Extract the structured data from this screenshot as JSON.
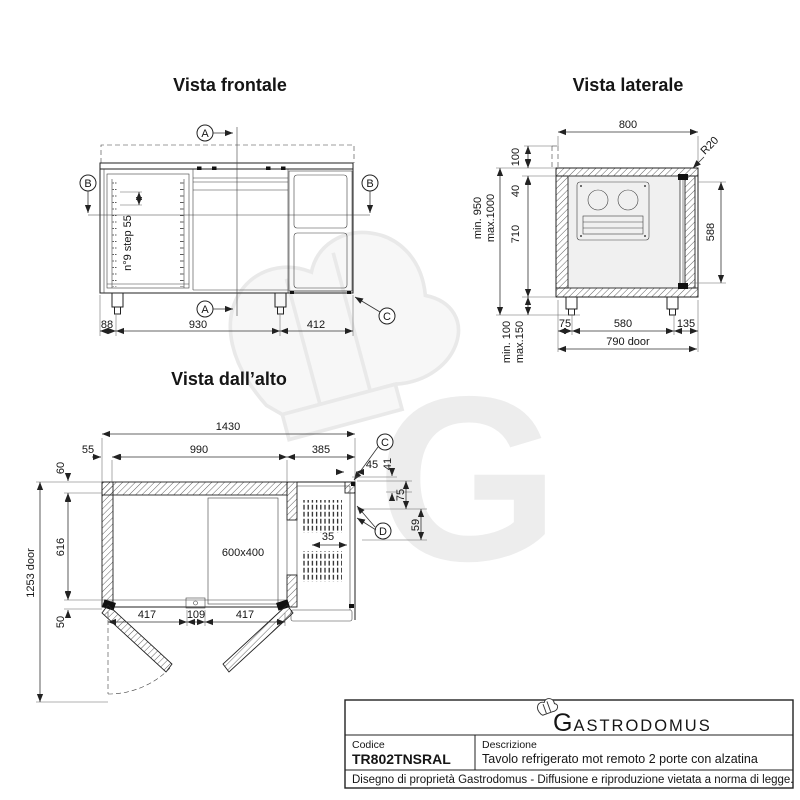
{
  "views": {
    "front": {
      "title": "Vista frontale",
      "section_a": "A",
      "section_b": "B",
      "detail_c": "C",
      "step_note": "n°9 step 55",
      "dim_88": "88",
      "dim_930": "930",
      "dim_412": "412"
    },
    "side": {
      "title": "Vista laterale",
      "dim_800": "800",
      "radius": "R20",
      "dim_100": "100",
      "dim_40": "40",
      "dim_710": "710",
      "height_min": "min. 950",
      "height_max": "max.1000",
      "dim_588": "588",
      "feet_min": "min. 100",
      "feet_max": "max.150",
      "dim_75": "75",
      "dim_580": "580",
      "dim_135": "135",
      "door": "790 door"
    },
    "top": {
      "title": "Vista dall’alto",
      "detail_c": "C",
      "detail_d": "D",
      "dim_1430": "1430",
      "dim_55": "55",
      "dim_990": "990",
      "dim_385": "385",
      "dim_45": "45",
      "dim_41": "41",
      "dim_75": "75",
      "dim_59": "59",
      "dim_35": "35",
      "dim_60": "60",
      "dim_616": "616",
      "dim_50": "50",
      "door": "1253 door",
      "dim_417_left": "417",
      "dim_109": "109",
      "dim_417_right": "417",
      "basin": "600x400"
    }
  },
  "title_block": {
    "brand_initial": "G",
    "brand_rest": "ASTRODOMUS",
    "code_label": "Codice",
    "code_value": "TR802TNSRAL",
    "desc_label": "Descrizione",
    "desc_value": "Tavolo refrigerato mot remoto 2 porte con alzatina",
    "note": "Disegno di proprietà Gastrodomus - Diffusione e riproduzione vietata a norma di legge."
  },
  "watermark": {
    "letter": "G"
  },
  "colors": {
    "line": "#222222",
    "dimension": "#333333",
    "text": "#151515",
    "watermark": "#ededed",
    "panel_fill": "#f0f0f0"
  }
}
